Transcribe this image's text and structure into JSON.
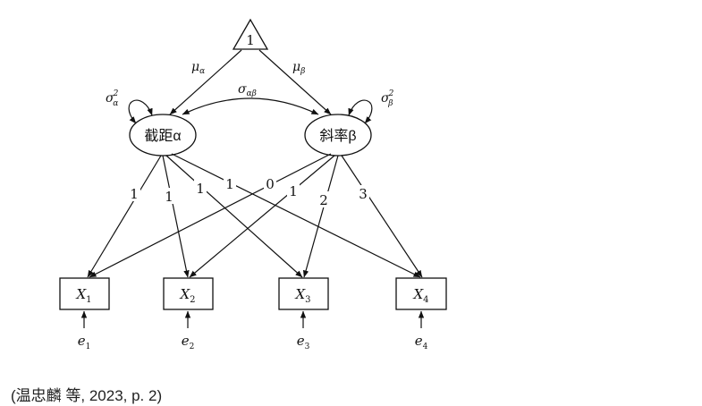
{
  "diagram": {
    "constant_node": "1",
    "intercept_node": "截距α",
    "slope_node": "斜率β",
    "mean_intercept": {
      "sym": "μ",
      "sub": "α"
    },
    "mean_slope": {
      "sym": "μ",
      "sub": "β"
    },
    "covariance": {
      "sym": "σ",
      "sub": "αβ"
    },
    "variance_intercept": {
      "sym": "σ",
      "sub": "α",
      "sup": "2"
    },
    "variance_slope": {
      "sym": "σ",
      "sub": "β",
      "sup": "2"
    },
    "intercept_loadings": [
      "1",
      "1",
      "1",
      "1"
    ],
    "slope_loadings": [
      "0",
      "1",
      "2",
      "3"
    ],
    "observed": [
      {
        "sym": "X",
        "sub": "1"
      },
      {
        "sym": "X",
        "sub": "2"
      },
      {
        "sym": "X",
        "sub": "3"
      },
      {
        "sym": "X",
        "sub": "4"
      }
    ],
    "errors": [
      {
        "sym": "e",
        "sub": "1"
      },
      {
        "sym": "e",
        "sub": "2"
      },
      {
        "sym": "e",
        "sub": "3"
      },
      {
        "sym": "e",
        "sub": "4"
      }
    ]
  },
  "caption": "(温忠麟 等, 2023, p. 2)"
}
